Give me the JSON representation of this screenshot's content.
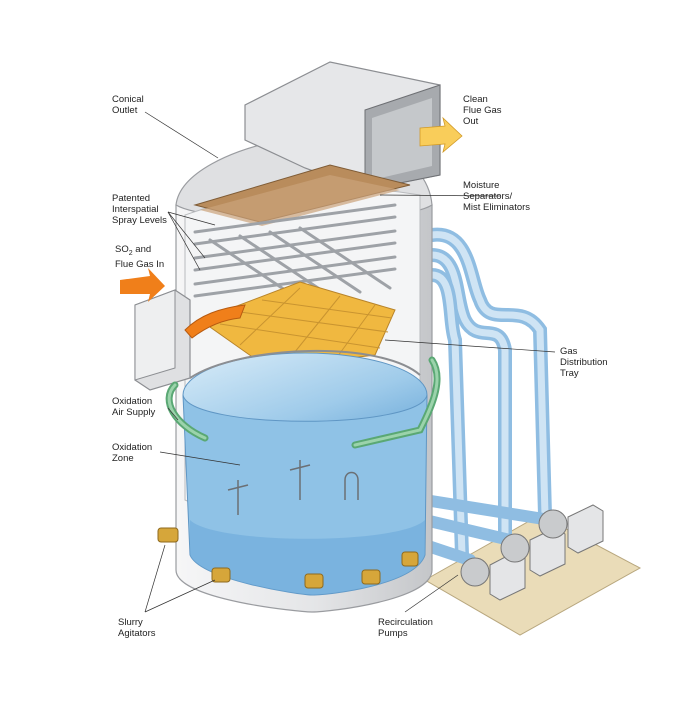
{
  "labels": {
    "conical_outlet": "Conical\nOutlet",
    "clean_flue_gas_out": "Clean\nFlue Gas\nOut",
    "moisture_separators": "Moisture\nSeparators/\nMist Eliminators",
    "spray_levels": "Patented\nInterspatial\nSpray Levels",
    "so2_line1_prefix": "SO",
    "so2_line1_sub": "2",
    "so2_line1_suffix": " and",
    "so2_line2": "Flue Gas In",
    "gas_distribution_tray": "Gas\nDistribution\nTray",
    "oxidation_air_supply": "Oxidation\nAir Supply",
    "oxidation_zone": "Oxidation\nZone",
    "slurry_agitators": "Slurry\nAgitators",
    "recirculation_pumps": "Recirculation\nPumps"
  },
  "colors": {
    "shell": "#e9eaeb",
    "shell_shadow": "#c9cbcd",
    "slurry": "#8fc2e6",
    "slurry_light": "#cfe6f5",
    "pipe_blue": "#a9cde9",
    "green_pipe": "#7cc08f",
    "tray_yellow": "#f0b840",
    "arrow_orange": "#f07f1a",
    "arrow_yellow": "#f9cd5a",
    "skid": "#eadcb8",
    "agitator": "#d6a63a"
  }
}
